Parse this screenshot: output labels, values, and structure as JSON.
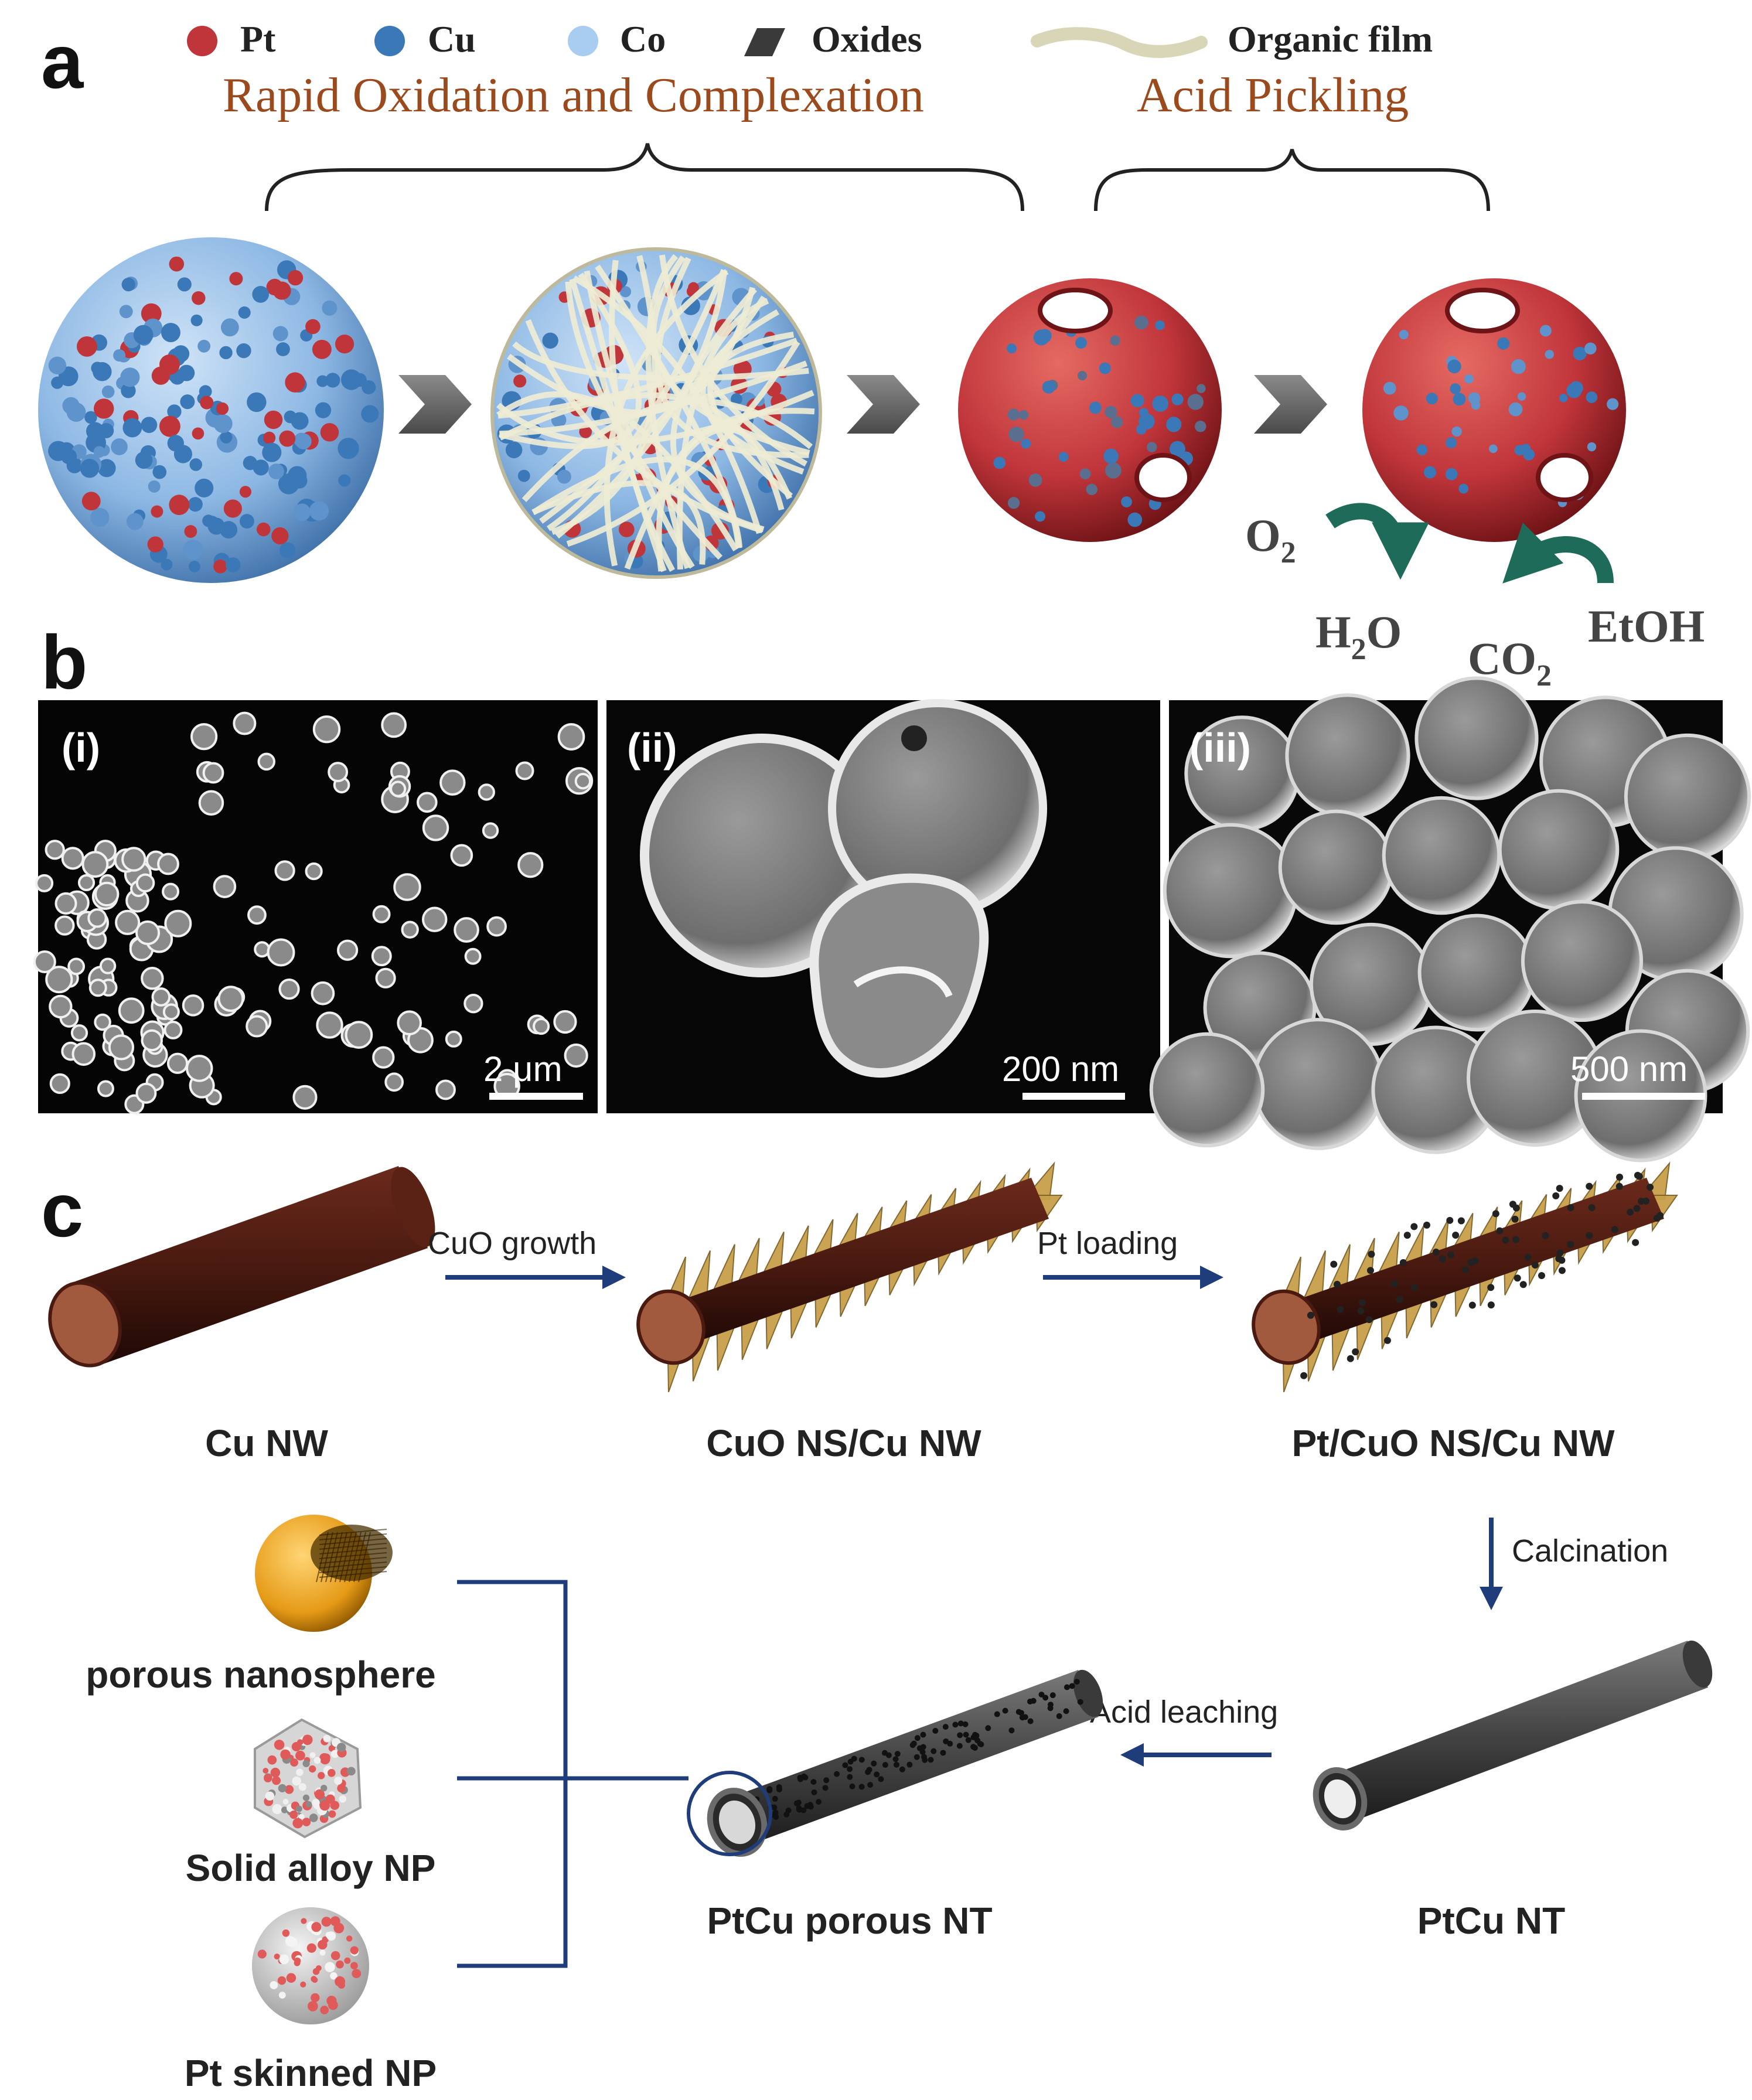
{
  "panel_a": {
    "letter": "a",
    "legend": [
      {
        "symbol": "Pt-icon",
        "label": "Pt",
        "color": "#c0353a"
      },
      {
        "symbol": "Cu-icon",
        "label": "Cu",
        "color": "#3a78b8"
      },
      {
        "symbol": "Co-icon",
        "label": "Co",
        "color": "#a9cdf0"
      },
      {
        "symbol": "oxides-icon",
        "label": "Oxides",
        "color": "#3a3a3a"
      },
      {
        "symbol": "organic-film-icon",
        "label": "Organic film",
        "color": "#d8d6b6"
      }
    ],
    "step1": "Rapid Oxidation and Complexation",
    "step2": "Acid Pickling",
    "reaction1": {
      "reactant": "O",
      "reactant_sub": "2",
      "product": "H",
      "product_sub": "2",
      "product_tail": "O"
    },
    "reaction2": {
      "reactant": "EtOH",
      "product": "CO",
      "product_sub": "2"
    }
  },
  "panel_b": {
    "letter": "b",
    "images": [
      {
        "label": "(i)",
        "scale": "2 μm"
      },
      {
        "label": "(ii)",
        "scale": "200 nm"
      },
      {
        "label": "(iii)",
        "scale": "500 nm"
      }
    ]
  },
  "panel_c": {
    "letter": "c",
    "arrow1": "CuO growth",
    "arrow2": "Pt loading",
    "arrow3": "Calcination",
    "arrow4": "Acid leaching",
    "cu_nw": "Cu NW",
    "cuo_ns": "CuO NS/Cu NW",
    "pt_cuo": "Pt/CuO NS/Cu NW",
    "ptcu_nt": "PtCu NT",
    "ptcu_porous": "PtCu porous NT",
    "porous_nanosphere": "porous nanosphere",
    "solid_alloy": "Solid alloy NP",
    "pt_skinned": "Pt skinned NP"
  },
  "colors": {
    "pt": "#c0353a",
    "cu": "#3a78b8",
    "co": "#a9cdf0",
    "brown_text": "#9b4a1e",
    "navy": "#1f3d7a",
    "teal": "#1e6b5a"
  }
}
